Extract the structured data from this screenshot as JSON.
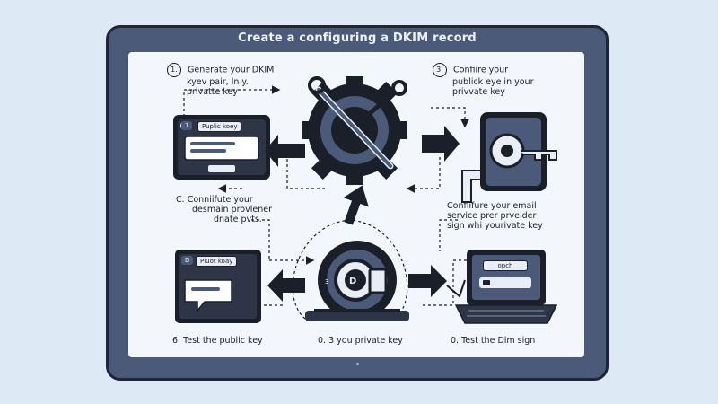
{
  "title": "Create a configuring a DKIM record",
  "steps": [
    {
      "num": "1.",
      "lines": [
        "Generate your DKIM",
        "kyev pair, ln y.",
        "privatte key"
      ]
    },
    {
      "num": "3.",
      "lines": [
        "Confiire your",
        "publick eye in your",
        "privvate key"
      ]
    },
    {
      "num": "C.",
      "lines": [
        "Conniifute your",
        "desmain provlener",
        "dnate pvts."
      ]
    },
    {
      "num": "",
      "lines": [
        "Confiifure your email",
        "service prer prvelder",
        "sign whi yourivate  key"
      ]
    },
    {
      "num": "6.",
      "lines": [
        "Test the public key"
      ]
    },
    {
      "num": "0.",
      "lines": [
        "3 you  private key"
      ]
    },
    {
      "num": "0.",
      "lines": [
        "Test the Dlm sign"
      ]
    }
  ],
  "panels": {
    "top_left_chip": "Puplic koey",
    "bottom_left_chip": "Pluot koay",
    "bottom_right_chip": "opch",
    "top_left_badge": "1",
    "bottom_left_badge": "D"
  },
  "icons": [
    "gear-key-icon",
    "phone-key-icon",
    "key-icon",
    "laptop-icon",
    "window-icon",
    "chat-bubble-icon"
  ],
  "colors": {
    "frame": "#4a5a78",
    "screen": "#f3f6fb",
    "ink": "#1b1f2a",
    "background": "#dde9f5"
  }
}
